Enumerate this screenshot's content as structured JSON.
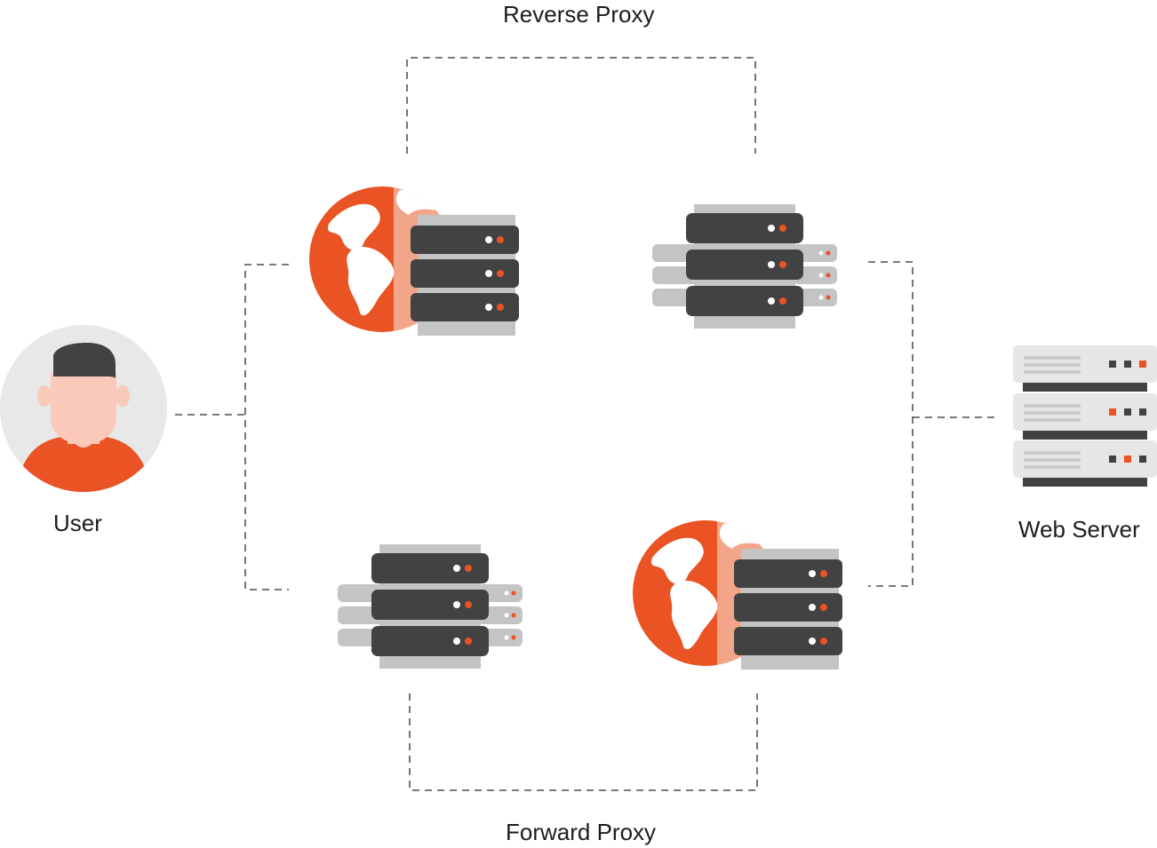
{
  "labels": {
    "reverse_proxy": "Reverse Proxy",
    "forward_proxy": "Forward Proxy",
    "user": "User",
    "web_server": "Web Server"
  },
  "colors": {
    "accent": "#ea5323",
    "accent_light": "#f2a588",
    "server_dark": "#424242",
    "server_gray": "#c4c4c4",
    "server_light": "#e6e6e6",
    "avatar_bg": "#e8e8e8",
    "skin": "#fbc9b9",
    "line": "#2b2b2b"
  },
  "icons": {
    "user": "user-avatar-icon",
    "globe_server": "globe-server-icon",
    "server_stack": "server-stack-icon",
    "web_server": "web-server-rack-icon"
  }
}
